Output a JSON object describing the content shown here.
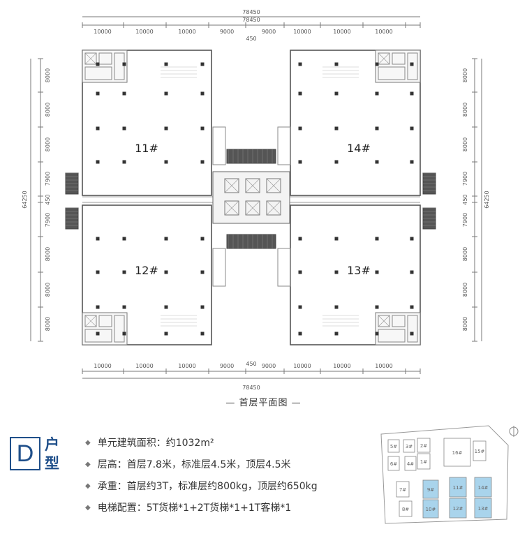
{
  "floor_plan": {
    "top_dimensions": {
      "total": "78450",
      "gap": "450",
      "segments": [
        "10000",
        "10000",
        "10000",
        "9000",
        "9000",
        "10000",
        "10000",
        "10000"
      ]
    },
    "bottom_dimensions": {
      "total": "78450",
      "gap": "450",
      "segments": [
        "10000",
        "10000",
        "10000",
        "9000",
        "9000",
        "10000",
        "10000",
        "10000"
      ]
    },
    "side_dimensions": {
      "total": "64250",
      "gap": "450",
      "segments": [
        "8000",
        "8000",
        "8000",
        "7900",
        "7900",
        "8000",
        "8000",
        "8000"
      ]
    },
    "buildings": [
      "11#",
      "14#",
      "12#",
      "13#"
    ],
    "title": "— 首层平面图 —"
  },
  "unit": {
    "badge": "D",
    "badge_sub": "户型",
    "specs": [
      "单元建筑面积：约1032m²",
      "层高：首层7.8米，标准层4.5米，顶层4.5米",
      "承重：首层约3T，标准层约800kg，顶层约650kg",
      "电梯配置：5T货梯*1+2T货梯*1+1T客梯*1"
    ]
  },
  "key_map": {
    "labels": [
      "5#",
      "3#",
      "2#",
      "1#",
      "6#",
      "4#",
      "16#",
      "15#",
      "7#",
      "8#",
      "9#",
      "10#",
      "11#",
      "12#",
      "14#",
      "13#"
    ],
    "highlight": [
      "9#",
      "10#",
      "11#",
      "12#",
      "14#",
      "13#"
    ]
  },
  "colors": {
    "accent": "#1f4f8a",
    "highlight": "#a9d4ec",
    "line": "#666666"
  }
}
